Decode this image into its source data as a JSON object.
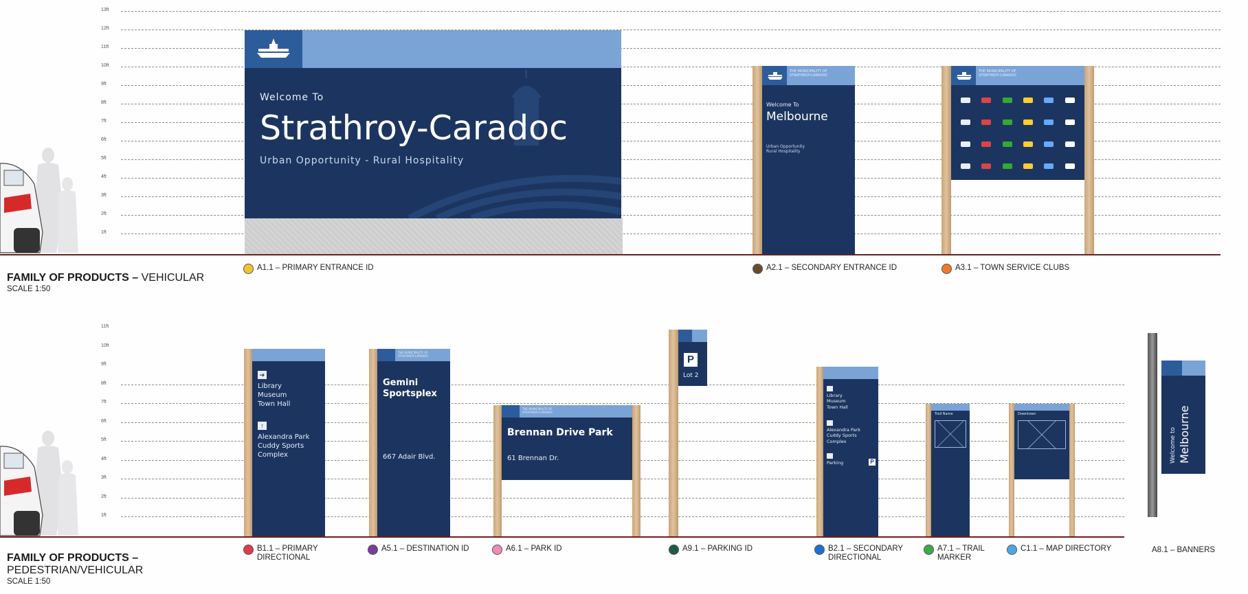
{
  "vehicular": {
    "family_title_bold": "FAMILY OF PRODUCTS –",
    "family_title_normal": "VEHICULAR",
    "scale": "SCALE 1:50",
    "ticks": [
      "13ft",
      "12ft",
      "11ft",
      "10ft",
      "9ft",
      "8ft",
      "7ft",
      "6ft",
      "5ft",
      "4ft",
      "3ft",
      "2ft",
      "1ft"
    ],
    "signs": {
      "a1": {
        "line1": "Welcome To",
        "line2": "Strathroy-Caradoc",
        "line3": "Urban Opportunity - Rural Hospitality"
      },
      "a2": {
        "header": "THE MUNICIPALITY OF\nSTRATHROY-CARADOC",
        "line1": "Welcome To",
        "line2": "Melbourne",
        "line3": "Urban Opportunity\nRural Hospitality"
      },
      "a3": {
        "header": "THE MUNICIPALITY OF\nSTRATHROY-CARADOC"
      }
    },
    "legend": [
      {
        "label": "A1.1 – PRIMARY ENTRANCE ID",
        "color": "#f2c230"
      },
      {
        "label": "A2.1 – SECONDARY ENTRANCE ID",
        "color": "#6b4a2a"
      },
      {
        "label": "A3.1 – TOWN SERVICE CLUBS",
        "color": "#f07a2a"
      }
    ]
  },
  "pedestrian": {
    "family_title_bold": "FAMILY OF PRODUCTS –",
    "family_title_normal": "PEDESTRIAN/VEHICULAR",
    "scale": "SCALE 1:50",
    "ticks": [
      "11ft",
      "10ft",
      "9ft",
      "8ft",
      "7ft",
      "6ft",
      "5ft",
      "4ft",
      "3ft",
      "2ft",
      "1ft"
    ],
    "signs": {
      "b1": {
        "group1": "Library\nMuseum\nTown Hall",
        "group2": "Alexandra Park\nCuddy Sports\nComplex"
      },
      "a5": {
        "header": "THE MUNICIPALITY OF\nSTRATHROY-CARADOC",
        "name": "Gemini\nSportsplex",
        "address": "667 Adair Blvd."
      },
      "a6": {
        "header": "THE MUNICIPALITY OF\nSTRATHROY-CARADOC",
        "name": "Brennan Drive Park",
        "address": "61 Brennan Dr."
      },
      "a9": {
        "letter": "P",
        "lot": "Lot 2"
      },
      "b2": {
        "group1": "Library\nMuseum\nTown Hall",
        "group2": "Alexandra Park\nCuddy Sports\nComplex",
        "group3": "Parking",
        "parking_letter": "P"
      },
      "a7": {
        "title": "Trail Name"
      },
      "c1": {
        "title": "Downtown"
      },
      "a8": {
        "line1": "Welcome to",
        "line2": "Melbourne"
      }
    },
    "legend": [
      {
        "label": "B1.1 – PRIMARY\nDIRECTIONAL",
        "color": "#e23a4a"
      },
      {
        "label": "A5.1 – DESTINATION ID",
        "color": "#7a3d9a"
      },
      {
        "label": "A6.1 – PARK ID",
        "color": "#f08ab8"
      },
      {
        "label": "A9.1 – PARKING ID",
        "color": "#1f5a4a"
      },
      {
        "label": "B2.1 – SECONDARY\nDIRECTIONAL",
        "color": "#1f6fd0"
      },
      {
        "label": "A7.1 – TRAIL\nMARKER",
        "color": "#3aaa4a"
      },
      {
        "label": "C1.1 – MAP DIRECTORY",
        "color": "#4aa6e8"
      },
      {
        "label": "A8.1 – BANNERS",
        "color": ""
      }
    ]
  }
}
